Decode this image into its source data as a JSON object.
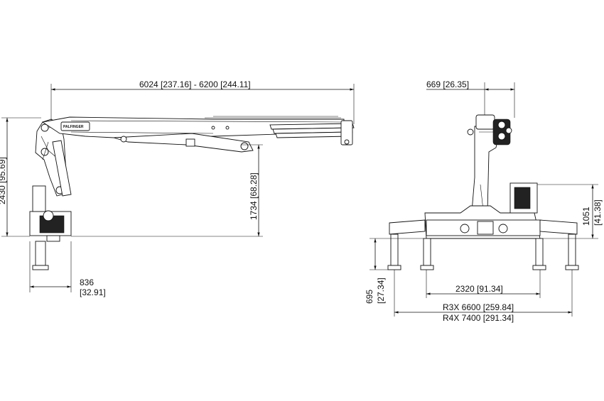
{
  "brand": "PALFINGER",
  "dimensions": {
    "reach": "6024   [237.16] - 6200   [244.11]",
    "top_width": "669   [26.35]",
    "total_height": "2430   [95.69]",
    "boom_height": "1734   [68.28]",
    "rear_offset_mm": "836",
    "rear_offset_in": "[32.91]",
    "control_height": "1051",
    "control_height_in": "[41.38]",
    "outrigger_height": "695",
    "outrigger_height_in": "[27.34]",
    "base_spread": "2320   [91.34]",
    "spread_r3x": "R3X 6600   [259.84]",
    "spread_r4x": "R4X 7400   [291.34]"
  }
}
